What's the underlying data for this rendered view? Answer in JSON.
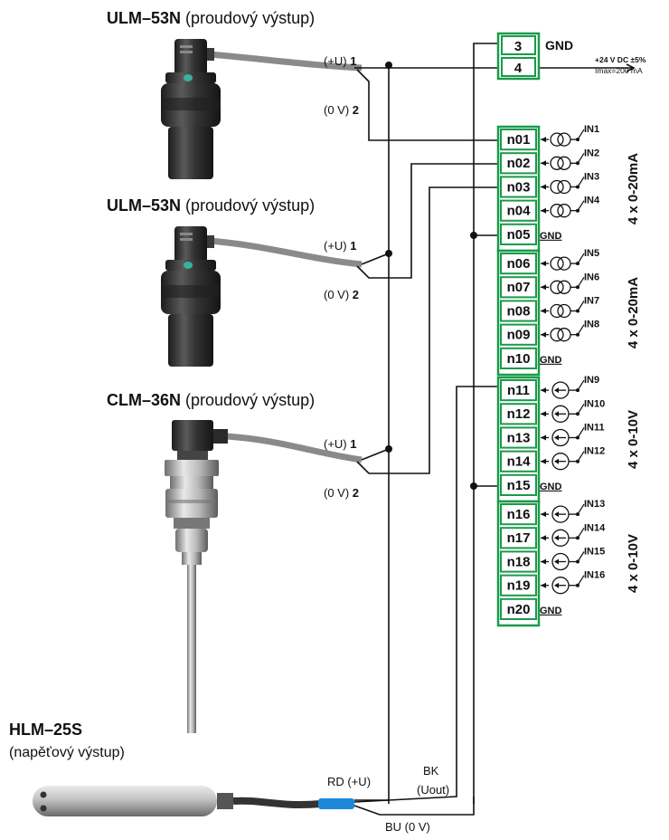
{
  "sensors": [
    {
      "model": "ULM–53N",
      "suffix": " (proudový výstup)",
      "plus_label": "(+U)",
      "plus_pin": "1",
      "zero_label": "(0 V)",
      "zero_pin": "2"
    },
    {
      "model": "ULM–53N",
      "suffix": " (proudový výstup)",
      "plus_label": "(+U)",
      "plus_pin": "1",
      "zero_label": "(0 V)",
      "zero_pin": "2"
    },
    {
      "model": "CLM–36N",
      "suffix": " (proudový výstup)",
      "plus_label": "(+U)",
      "plus_pin": "1",
      "zero_label": "(0 V)",
      "zero_pin": "2"
    }
  ],
  "hlm": {
    "model": "HLM–25S",
    "subtitle": "(napěťový výstup)",
    "rd_label": "RD (+U)",
    "bk_label": "BK",
    "bk_sub": "(Uout)",
    "bu_label": "BU (0 V)"
  },
  "power": {
    "terminal_3": "3",
    "terminal_4": "4",
    "gnd": "GND",
    "supply": "+24 V DC ±5%",
    "imax": "Imax=200 mA"
  },
  "terminals": [
    "n01",
    "n02",
    "n03",
    "n04",
    "n05",
    "n06",
    "n07",
    "n08",
    "n09",
    "n10",
    "n11",
    "n12",
    "n13",
    "n14",
    "n15",
    "n16",
    "n17",
    "n18",
    "n19",
    "n20"
  ],
  "inputs": [
    "IN1",
    "IN2",
    "IN3",
    "IN4",
    "IN5",
    "IN6",
    "IN7",
    "IN8",
    "IN9",
    "IN10",
    "IN11",
    "IN12",
    "IN13",
    "IN14",
    "IN15",
    "IN16"
  ],
  "gnd_label": "GND",
  "groups": [
    "4 x 0-20mA",
    "4 x 0-20mA",
    "4 x 0-10V",
    "4 x 0-10V"
  ],
  "colors": {
    "terminal_green": "#1a9a4a",
    "wire": "#111111",
    "cable_grey": "#8a8a8a",
    "sensor_dark": "#2e2e2e",
    "blue_sleeve": "#1e88d8"
  }
}
